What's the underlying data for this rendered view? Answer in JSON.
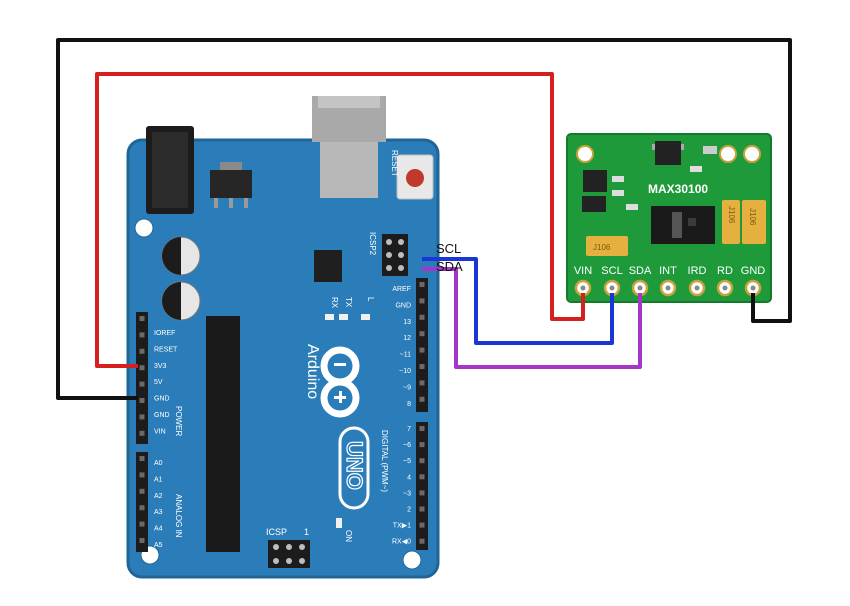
{
  "colors": {
    "board": "#2b7dba",
    "board_edge": "#1f6596",
    "sensor": "#1f9a3a",
    "wire_vin": "#d61f1f",
    "wire_gnd": "#111111",
    "wire_scl": "#1a36d6",
    "wire_sda": "#a436c8"
  },
  "signals": {
    "scl": "SCL",
    "sda": "SDA"
  },
  "arduino": {
    "reset": "RESET",
    "icsp2": "ICSP2",
    "tx": "TX",
    "rx": "RX",
    "l": "L",
    "brand": "Arduino",
    "model": "UNO",
    "power_label": "POWER",
    "analog_label": "ANALOG IN",
    "digital_label": "DIGITAL (PWM~)",
    "icsp": "ICSP",
    "icsp_num": "1",
    "on": "ON",
    "power_pins": [
      "IOREF",
      "RESET",
      "3V3",
      "5V",
      "GND",
      "GND",
      "VIN"
    ],
    "analog_pins": [
      "A0",
      "A1",
      "A2",
      "A3",
      "A4",
      "A5"
    ],
    "top_pins": [
      "AREF",
      "GND",
      "13",
      "12",
      "~11",
      "~10",
      "~9",
      "8"
    ],
    "bottom_pins": [
      "7",
      "~6",
      "~5",
      "4",
      "~3",
      "2",
      "TX▶1",
      "RX◀0"
    ]
  },
  "sensor": {
    "title": "MAX30100",
    "cap_label": "J106",
    "pins": [
      "VIN",
      "SCL",
      "SDA",
      "INT",
      "IRD",
      "RD",
      "GND"
    ]
  }
}
